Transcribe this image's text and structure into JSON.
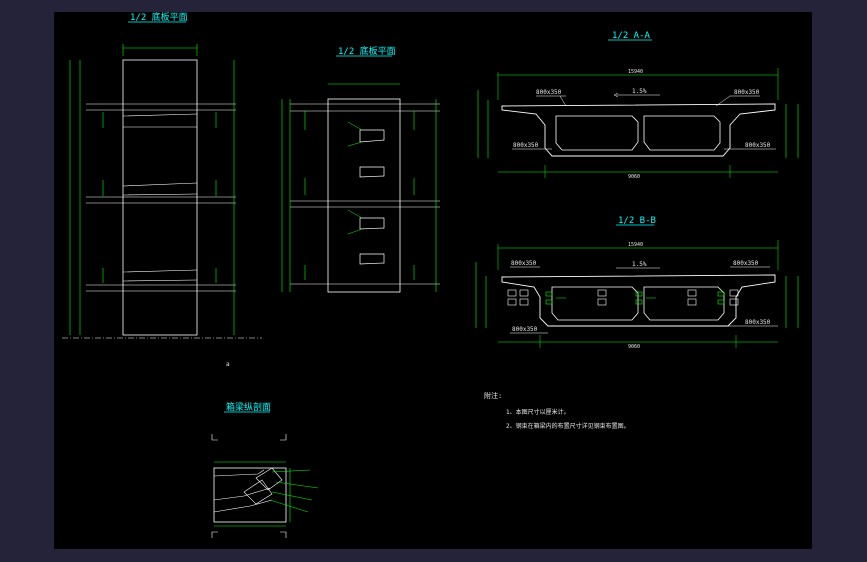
{
  "drawing": {
    "views": {
      "half_plan_a": {
        "title": "1/2 底板平面"
      },
      "half_plan_b": {
        "title": "1/2 底板平面"
      },
      "section_aa": {
        "title": "1/2 A-A",
        "haunch_top_left": "800x350",
        "haunch_top_right": "800x350",
        "haunch_bot_left": "800x350",
        "haunch_bot_right": "800x350",
        "slope": "1.5%",
        "total_width": "15940",
        "box_width": "9060"
      },
      "section_bb": {
        "title": "1/2 B-B",
        "haunch_top_left": "800x350",
        "haunch_top_right": "800x350",
        "haunch_bot_left": "800x350",
        "haunch_bot_right": "800x350",
        "slope": "1.5%",
        "total_width": "15940",
        "box_width": "9060"
      },
      "longitudinal": {
        "title": "箱梁纵剖面"
      }
    },
    "notes": {
      "heading": "附注:",
      "items": [
        "1、本图尺寸以厘米计。",
        "2、钢束在箱梁内的布置尺寸详见钢束布置图。"
      ]
    },
    "colors": {
      "background": "#000000",
      "outer": "#25233a",
      "line": "#ffffff",
      "dimension": "#00ff00",
      "title": "#00ffff"
    }
  }
}
